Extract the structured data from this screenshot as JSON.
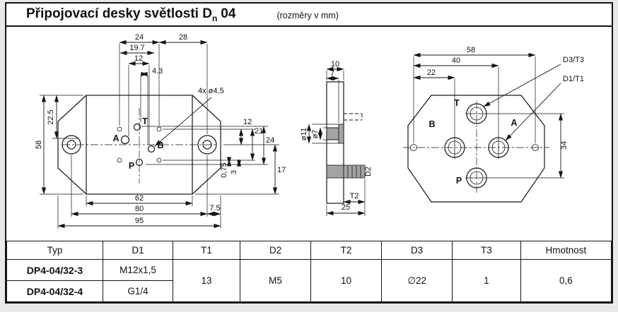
{
  "header": {
    "title_prefix": "Připojovací desky světlosti D",
    "title_sub": "n",
    "title_suffix": "04",
    "note": "(rozměry v mm)"
  },
  "front": {
    "top": {
      "d24": "24",
      "d28": "28",
      "d197": "19.7",
      "d12": "12",
      "d43": "4.3"
    },
    "holes_label": "4x ø4,5",
    "left": {
      "d58": "58",
      "d225": "22.5"
    },
    "bottom": {
      "d62": "62",
      "d80": "80",
      "d75": "7.5",
      "d95": "95"
    },
    "right": {
      "d12": "12",
      "d21": "21",
      "d24": "24",
      "d17": "17",
      "d3": "3",
      "d075": "0,75"
    },
    "ports": {
      "t": "T",
      "a": "A",
      "b": "B",
      "p": "P"
    }
  },
  "side": {
    "d10": "10",
    "d7": "7",
    "dia11": "ø11",
    "dia7": "ø7",
    "d2": "D2",
    "t2": "T2",
    "d25": "25"
  },
  "rear": {
    "d58": "58",
    "d40": "40",
    "d22": "22",
    "d34": "34",
    "d3t3": "D3/T3",
    "d1t1": "D1/T1",
    "ports": {
      "t": "T",
      "b": "B",
      "a": "A",
      "p": "P"
    }
  },
  "table": {
    "headers": [
      "Typ",
      "D1",
      "T1",
      "D2",
      "T2",
      "D3",
      "T3",
      "Hmotnost"
    ],
    "rows": [
      {
        "typ": "DP4-04/32-3",
        "d1": "M12x1,5"
      },
      {
        "typ": "DP4-04/32-4",
        "d1": "G1/4"
      }
    ],
    "shared": {
      "t1": "13",
      "d2": "M5",
      "t2": "10",
      "d3": "∅22",
      "t3": "1",
      "hm": "0,6"
    }
  }
}
